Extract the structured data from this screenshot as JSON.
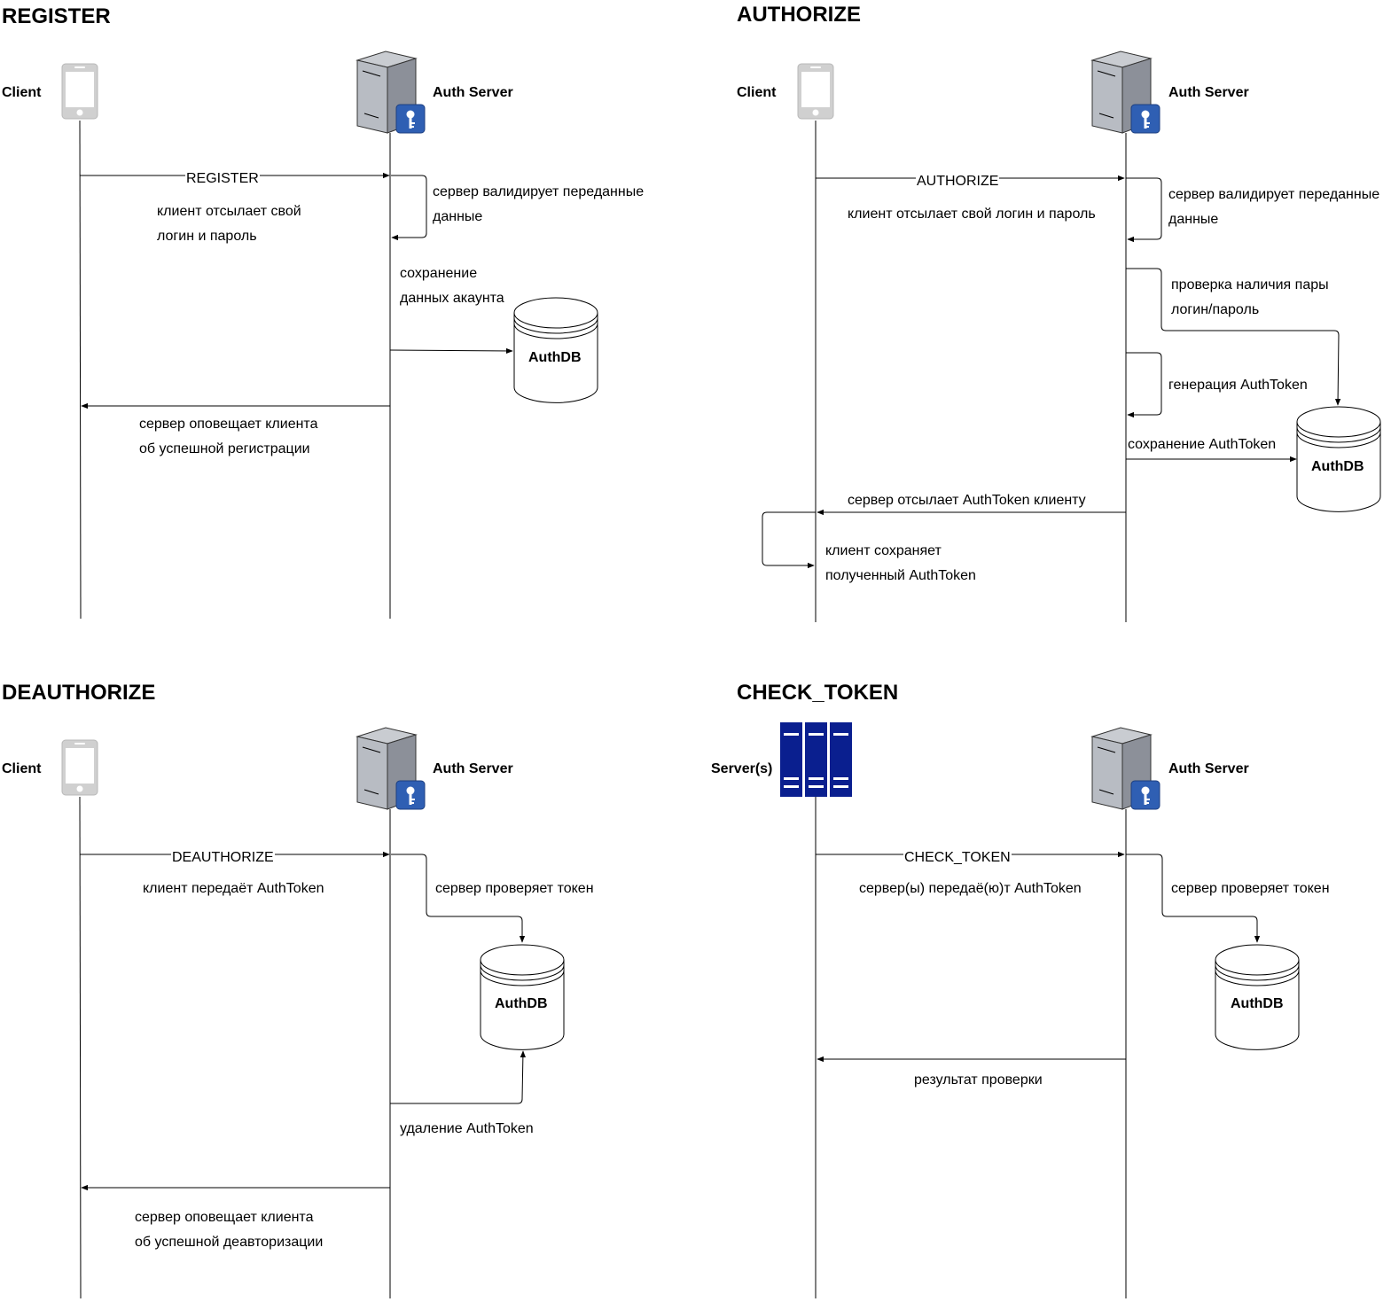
{
  "register": {
    "title": "REGISTER",
    "client_label": "Client",
    "server_label": "Auth Server",
    "message": "REGISTER",
    "client_note": [
      "клиент отсылает свой",
      "логин и пароль"
    ],
    "validate_note": [
      "сервер валидирует переданные",
      "данные"
    ],
    "save_note": [
      "сохранение",
      "данных акаунта"
    ],
    "db_label": "AuthDB",
    "notify_note": [
      "сервер оповещает клиента",
      "об успешной регистрации"
    ]
  },
  "authorize": {
    "title": "AUTHORIZE",
    "client_label": "Client",
    "server_label": "Auth Server",
    "message": "AUTHORIZE",
    "client_note": "клиент отсылает свой логин и пароль",
    "validate_note": [
      "сервер валидирует переданные",
      "данные"
    ],
    "check_note": [
      "проверка наличия пары",
      "логин/пароль"
    ],
    "generate_note": "генерация AuthToken",
    "save_note": "сохранение AuthToken",
    "db_label": "AuthDB",
    "send_note": "сервер отсылает AuthToken клиенту",
    "client_save_note": [
      "клиент сохраняет",
      "полученный AuthToken"
    ]
  },
  "deauthorize": {
    "title": "DEAUTHORIZE",
    "client_label": "Client",
    "server_label": "Auth Server",
    "message": "DEAUTHORIZE",
    "client_note": "клиент передаёт AuthToken",
    "check_note": "сервер проверяет токен",
    "db_label": "AuthDB",
    "delete_note": "удаление AuthToken",
    "notify_note": [
      "сервер оповещает клиента",
      "об успешной деавторизации"
    ]
  },
  "check_token": {
    "title": "CHECK_TOKEN",
    "servers_label": "Server(s)",
    "server_label": "Auth Server",
    "message": "CHECK_TOKEN",
    "servers_note": "сервер(ы) передаё(ю)т AuthToken",
    "check_note": "сервер проверяет токен",
    "db_label": "AuthDB",
    "result_note": "результат проверки"
  },
  "colors": {
    "phone": "#cccccc",
    "server_body": "#9aa0a8",
    "key_badge": "#2f5fb3",
    "rack": "#0a1f8f"
  }
}
